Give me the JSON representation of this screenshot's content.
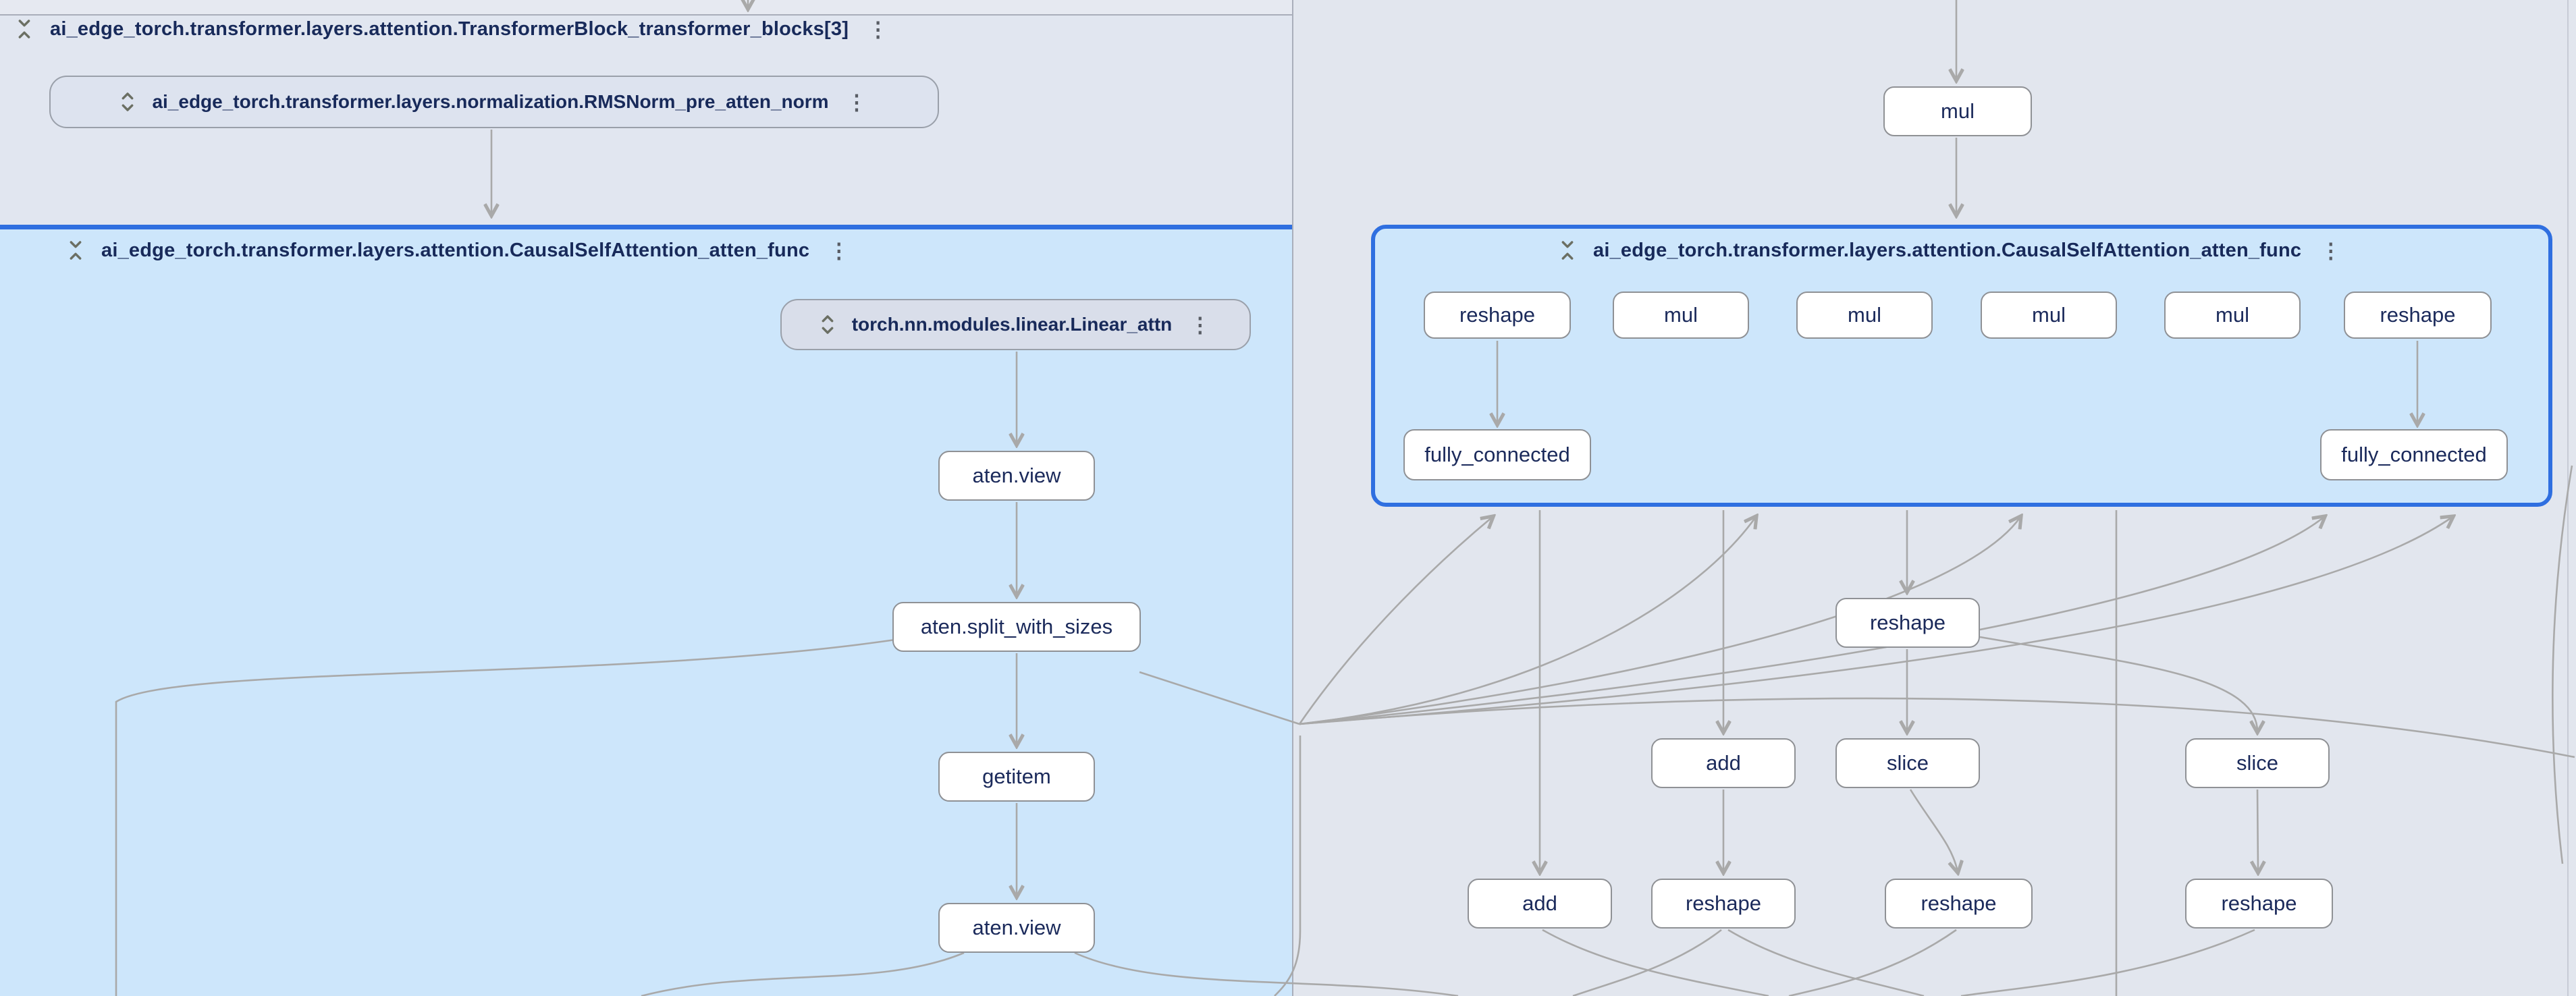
{
  "left_region": {
    "transformer_block_header": "ai_edge_torch.transformer.layers.attention.TransformerBlock_transformer_blocks[3]",
    "rmsnorm_group_label": "ai_edge_torch.transformer.layers.normalization.RMSNorm_pre_atten_norm",
    "attention_header": "ai_edge_torch.transformer.layers.attention.CausalSelfAttention_atten_func",
    "linear_group_label": "torch.nn.modules.linear.Linear_attn",
    "op_nodes": [
      "aten.view",
      "aten.split_with_sizes",
      "getitem",
      "aten.view"
    ]
  },
  "right_region": {
    "mul_node": "mul",
    "attention_header": "ai_edge_torch.transformer.layers.attention.CausalSelfAttention_atten_func",
    "row1_nodes": [
      "reshape",
      "mul",
      "mul",
      "mul",
      "mul",
      "reshape"
    ],
    "fc_nodes": [
      "fully_connected",
      "fully_connected"
    ],
    "mid_node": "reshape",
    "row2_nodes": [
      "add",
      "slice",
      "slice"
    ],
    "row3_nodes": [
      "add",
      "reshape",
      "reshape",
      "reshape"
    ]
  },
  "icons": {
    "collapse": "unfold-less",
    "expand": "unfold-more",
    "menu": "kebab-menu"
  },
  "colors": {
    "selection_blue": "#2f6fe0",
    "expanded_group_fill": "#cde6fb",
    "collapsed_group_fill": "#dde3ef",
    "container_fill": "#e1e6f0",
    "right_region_fill": "#e2e6ee",
    "node_fill": "#ffffff",
    "node_border": "#8f9195",
    "node_text": "#1b2a5b",
    "edge": "#a9a9a9"
  }
}
